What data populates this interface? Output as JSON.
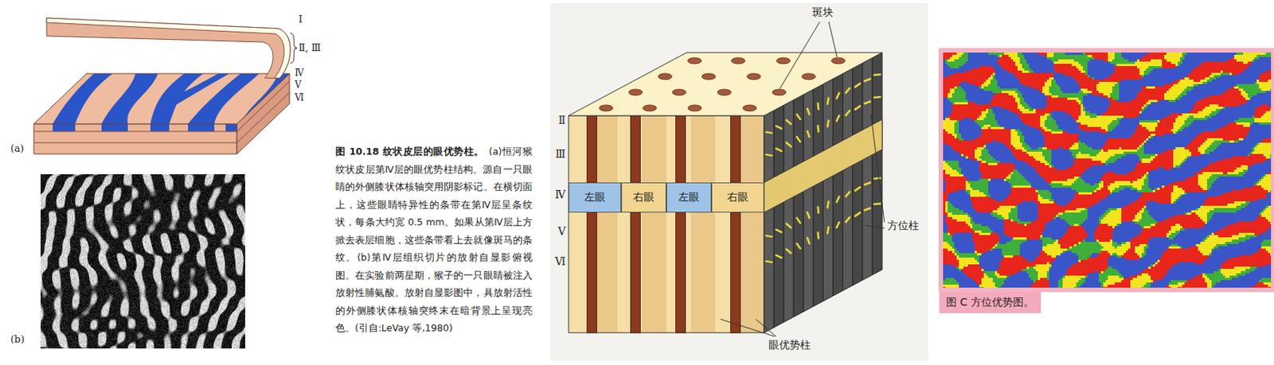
{
  "diagram": {
    "title": "图 10.18 纹状皮层的眼优势柱。",
    "caption": "(a)恒河猴纹状皮层第Ⅳ层的眼优势柱结构。源自一只眼睛的外侧膝状体核轴突用阴影标记。在横切面上，这些眼睛特异性的条带在第Ⅳ层呈条纹状，每条大约宽 0.5 mm。如果从第Ⅳ层上方掀去表层细胞，这些条带看上去就像斑马的条纹。(b)第Ⅳ层组织切片的放射自显影俯视图。在实验前两星期，猴子的一只眼睛被注入放射性脯氨酸。放射自显影图中，具放射活性的外侧膝状体核轴突终末在暗背景上呈现亮色。(引自:LeVay 等,1980)",
    "nodes": [
      {
        "text": [
          "左眼"
        ]
      },
      {
        "text": [
          "右眼"
        ]
      },
      {
        "text": [
          "左眼"
        ]
      },
      {
        "text": [
          "右眼"
        ]
      },
      {
        "text": [
          "图 C  方位优势图。"
        ]
      }
    ],
    "labels": [
      "Ⅰ",
      "Ⅱ, Ⅲ",
      "Ⅳ",
      "Ⅴ",
      "Ⅵ",
      "(a)",
      "(b)",
      "Ⅱ",
      "Ⅲ",
      "Ⅳ",
      "Ⅴ",
      "Ⅵ",
      "斑块",
      "方位柱",
      "眼优势柱"
    ]
  }
}
